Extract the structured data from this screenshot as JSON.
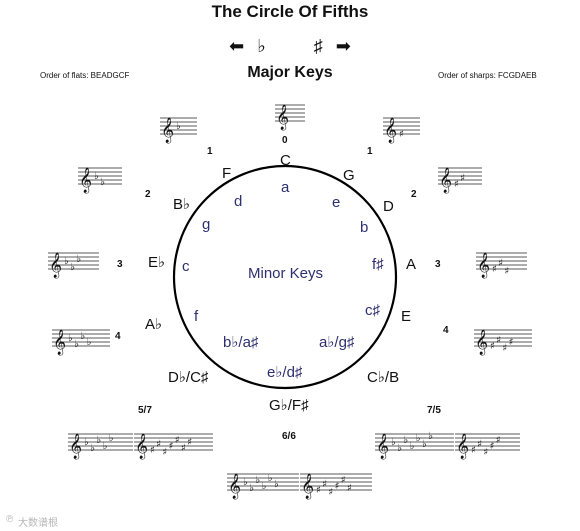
{
  "title": "The Circle Of Fifths",
  "arrows": {
    "left_glyph": "⬅",
    "flat_glyph": "♭",
    "sharp_glyph": "♯",
    "right_glyph": "➡"
  },
  "major_heading": "Major Keys",
  "minor_heading": "Minor Keys",
  "order_of_flats": "Order of flats:  BEADGCF",
  "order_of_sharps": "Order of sharps:  FCGDAEB",
  "major_keys": [
    "C",
    "G",
    "D",
    "A",
    "E",
    "C♭/B",
    "G♭/F♯",
    "D♭/C♯",
    "A♭",
    "E♭",
    "B♭",
    "F"
  ],
  "minor_keys": [
    "a",
    "e",
    "b",
    "f♯",
    "c♯",
    "a♭/g♯",
    "e♭/d♯",
    "b♭/a♯",
    "f",
    "c",
    "g",
    "d"
  ],
  "accidental_counts": [
    "0",
    "1",
    "2",
    "3",
    "4",
    "7/5",
    "6/6",
    "5/7",
    "4",
    "3",
    "2",
    "1"
  ],
  "watermark": "大数谱根",
  "watermark_icon": "℗",
  "colors": {
    "major": "#111111",
    "minor": "#2d2f6f",
    "ring": "#000000"
  }
}
